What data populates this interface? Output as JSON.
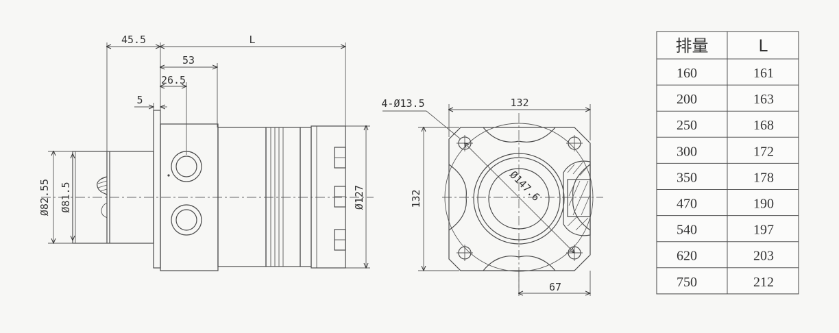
{
  "side_view": {
    "dim_offset": "45.5",
    "dim_length": "L",
    "dim_53": "53",
    "dim_26_5": "26.5",
    "dim_5": "5",
    "dim_dia_82_55": "Ø82.55",
    "dim_dia_81_5": "Ø81.5",
    "dim_dia_127": "Ø127"
  },
  "front_view": {
    "dim_holes": "4-Ø13.5",
    "dim_width": "132",
    "dim_height": "132",
    "dim_pcd": "Ø147.6",
    "dim_67": "67"
  },
  "table": {
    "headers": [
      "排量",
      "L"
    ],
    "rows": [
      [
        "160",
        "161"
      ],
      [
        "200",
        "163"
      ],
      [
        "250",
        "168"
      ],
      [
        "300",
        "172"
      ],
      [
        "350",
        "178"
      ],
      [
        "470",
        "190"
      ],
      [
        "540",
        "197"
      ],
      [
        "620",
        "203"
      ],
      [
        "750",
        "212"
      ]
    ]
  }
}
